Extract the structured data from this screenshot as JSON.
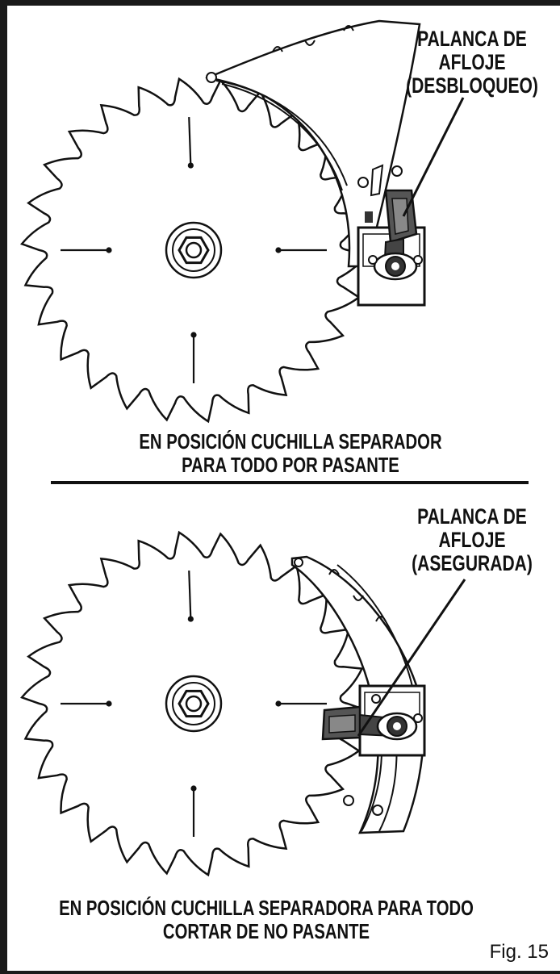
{
  "labels": {
    "lever_top": [
      "PALANCA DE",
      "AFLOJE",
      "(DESBLOQUEO)"
    ],
    "lever_bottom": [
      "PALANCA DE",
      "AFLOJE",
      "(ASEGURADA)"
    ]
  },
  "captions": {
    "top": [
      "EN POSICIÓN CUCHILLA SEPARADOR",
      "PARA TODO POR PASANTE"
    ],
    "bottom": [
      "EN POSICIÓN CUCHILLA SEPARADORA PARA TODO",
      "CORTAR DE NO PASANTE"
    ]
  },
  "figure_label": "Fig. 15",
  "colors": {
    "ink": "#111111",
    "frame": "#1a1a1a",
    "lever_fill": "#555555"
  }
}
